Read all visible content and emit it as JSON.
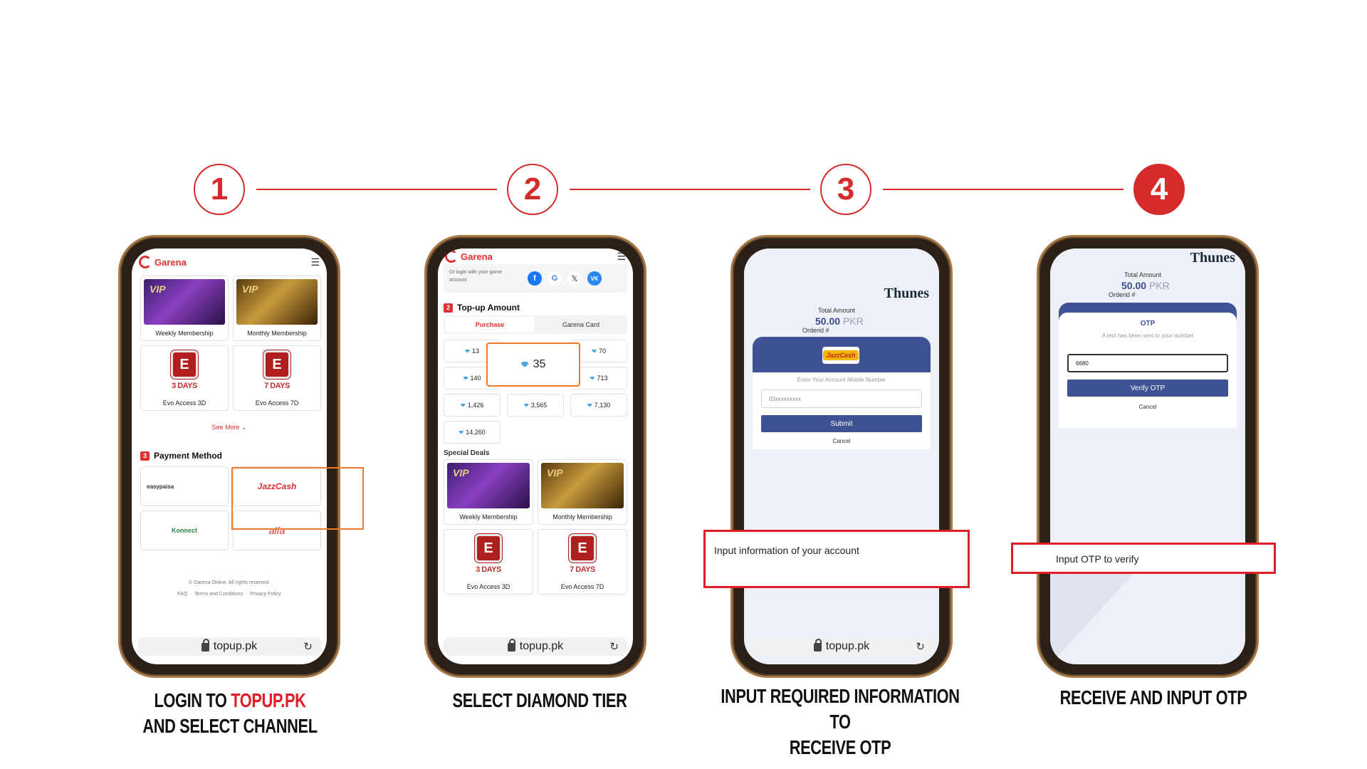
{
  "steps": [
    {
      "number": "1",
      "caption_line1_prefix": "LOGIN TO ",
      "caption_line1_highlight": "TOPUP.PK",
      "caption_line2": "AND SELECT CHANNEL"
    },
    {
      "number": "2",
      "caption_line1": "SELECT DIAMOND TIER"
    },
    {
      "number": "3",
      "caption_line1": "INPUT REQUIRED INFORMATION TO",
      "caption_line2": "RECEIVE OTP"
    },
    {
      "number": "4",
      "caption_line1": "RECEIVE AND INPUT OTP"
    }
  ],
  "browser": {
    "address": "topup.pk"
  },
  "garena": {
    "brand": "Garena",
    "login_text": "Or login with your game account",
    "social_icons": [
      "facebook-icon",
      "google-icon",
      "x-icon",
      "vk-icon"
    ],
    "memberships": {
      "weekly": "Weekly Membership",
      "monthly": "Monthly Membership"
    },
    "evo": {
      "d3_label": "Evo Access 3D",
      "d7_label": "Evo Access 7D",
      "d3_days": "3 DAYS",
      "d7_days": "7 DAYS",
      "badge": "E"
    },
    "see_more": "See More",
    "payment": {
      "num": "3",
      "title": "Payment Method",
      "easypaisa": "easypaisa",
      "jazzcash": "JazzCash",
      "konnect": "Konnect",
      "alfa": "alfa"
    },
    "footer": {
      "copyright": "© Garena Online. All rights reserved.",
      "faq": "FAQ",
      "terms": "Terms and Conditions",
      "privacy": "Privacy Policy"
    },
    "topup": {
      "num": "2",
      "title": "Top-up Amount",
      "tab_purchase": "Purchase",
      "tab_card": "Garena Card"
    },
    "diamonds": [
      "13",
      "35",
      "70",
      "140",
      "713",
      "1,426",
      "3,565",
      "7,130",
      "14,260"
    ],
    "special_deals": "Special Deals"
  },
  "thunes": {
    "logo": "Thunes",
    "total_label": "Total Amount",
    "amount": "50.00",
    "currency": "PKR",
    "order": "Orderid #",
    "mobile_label": "Enter Your Account Mobile Number",
    "mobile_placeholder": "03xxxxxxxxx",
    "submit": "Submit",
    "cancel": "Cancel",
    "otp_title": "OTP",
    "otp_sent": "A text has been sent to your number",
    "otp_value": "6680",
    "verify": "Verify OTP"
  },
  "callouts": {
    "account_info": "Input information of your account",
    "otp_verify": "Input OTP to verify"
  },
  "colors": {
    "accent": "#d62b2b",
    "thunes_blue": "#3f5296",
    "highlight_orange": "#f07a2a"
  }
}
